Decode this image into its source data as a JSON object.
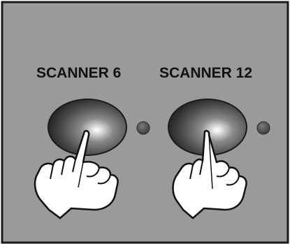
{
  "panel": {
    "background_color": "#9a9a9a",
    "border_color": "#1a1a1a",
    "buttons": [
      {
        "label": "SCANNER 6",
        "indicator": "led-indicator",
        "pointer": "pointing-hand-icon"
      },
      {
        "label": "SCANNER 12",
        "indicator": "led-indicator",
        "pointer": "pointing-hand-icon"
      }
    ]
  }
}
